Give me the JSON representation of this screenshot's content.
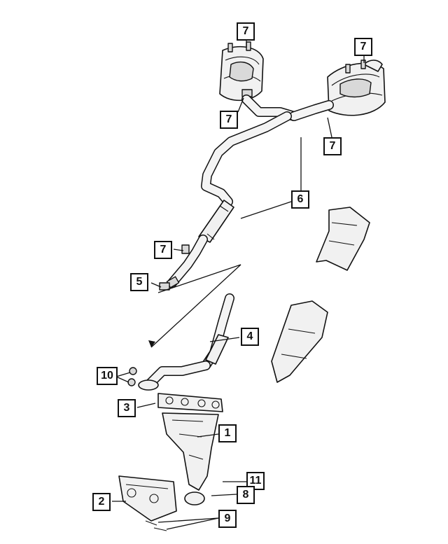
{
  "callouts": [
    {
      "id": "c1",
      "label": "1"
    },
    {
      "id": "c2",
      "label": "2"
    },
    {
      "id": "c3",
      "label": "3"
    },
    {
      "id": "c4",
      "label": "4"
    },
    {
      "id": "c5",
      "label": "5"
    },
    {
      "id": "c6",
      "label": "6"
    },
    {
      "id": "c7a",
      "label": "7"
    },
    {
      "id": "c7b",
      "label": "7"
    },
    {
      "id": "c7c",
      "label": "7"
    },
    {
      "id": "c7d",
      "label": "7"
    },
    {
      "id": "c7e",
      "label": "7"
    },
    {
      "id": "c8",
      "label": "8"
    },
    {
      "id": "c9",
      "label": "9"
    },
    {
      "id": "c10",
      "label": "10"
    },
    {
      "id": "c11",
      "label": "11"
    }
  ]
}
